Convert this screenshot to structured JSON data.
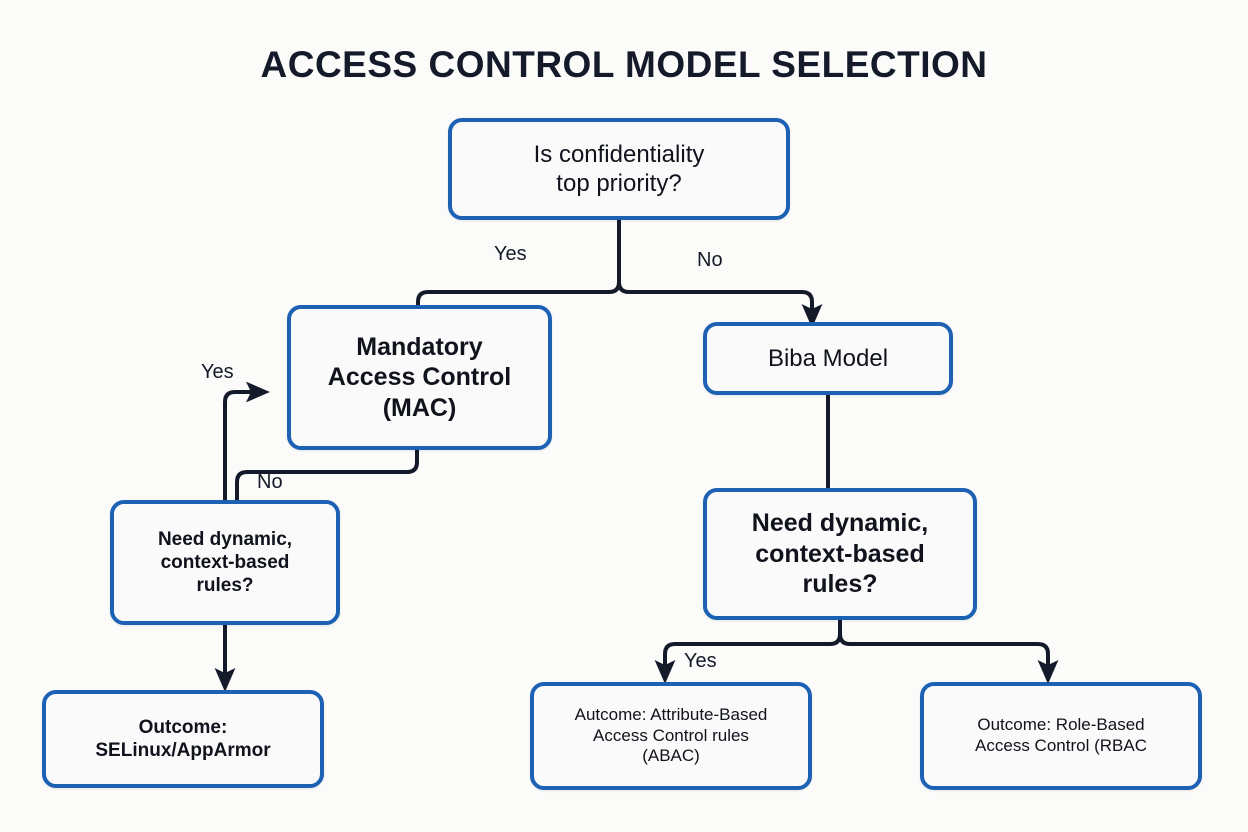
{
  "page": {
    "title": "ACCESS CONTROL MODEL SELECTION",
    "background_color": "#fbfbfa",
    "node_border_color": "#1d61b5",
    "node_fill_color": "#fafafa",
    "connector_color": "#141a29",
    "text_color": "#10131c"
  },
  "chart_data": {
    "type": "diagram",
    "title": "ACCESS CONTROL MODEL SELECTION",
    "nodes": [
      {
        "id": "q_confidentiality",
        "label": "Is confidentiality\ntop priority?",
        "kind": "decision"
      },
      {
        "id": "mac",
        "label": "Mandatory\nAccess Control\n(MAC)",
        "kind": "process"
      },
      {
        "id": "biba",
        "label": "Biba Model",
        "kind": "process"
      },
      {
        "id": "q_dynamic_left",
        "label": "Need dynamic,\ncontext-based\nrules?",
        "kind": "decision"
      },
      {
        "id": "q_dynamic_right",
        "label": "Need dynamic,\ncontext-based\nrules?",
        "kind": "decision"
      },
      {
        "id": "out_selinux",
        "label": "Outcome:\nSELinux/AppArmor",
        "kind": "outcome"
      },
      {
        "id": "out_abac",
        "label": "Autcome: Attribute-Based\nAccess Control rules\n(ABAC)",
        "kind": "outcome"
      },
      {
        "id": "out_rbac",
        "label": "Outcome: Role-Based\nAccess Control (RBAC",
        "kind": "outcome"
      }
    ],
    "edges": [
      {
        "from": "q_confidentiality",
        "to": "mac",
        "label": "Yes"
      },
      {
        "from": "q_confidentiality",
        "to": "biba",
        "label": "No"
      },
      {
        "from": "q_dynamic_left",
        "to": "mac",
        "label": "Yes"
      },
      {
        "from": "mac",
        "to": "q_dynamic_left",
        "label": "No"
      },
      {
        "from": "biba",
        "to": "q_dynamic_right",
        "label": ""
      },
      {
        "from": "q_dynamic_left",
        "to": "out_selinux",
        "label": ""
      },
      {
        "from": "q_dynamic_right",
        "to": "out_abac",
        "label": "Yes"
      },
      {
        "from": "q_dynamic_right",
        "to": "out_rbac",
        "label": ""
      }
    ]
  },
  "nodes": {
    "q_confidentiality": "Is confidentiality\ntop priority?",
    "mac": "Mandatory\nAccess Control\n(MAC)",
    "biba": "Biba Model",
    "q_dynamic_left": "Need dynamic,\ncontext-based\nrules?",
    "q_dynamic_right": "Need dynamic,\ncontext-based\nrules?",
    "out_selinux": "Outcome:\nSELinux/AppArmor",
    "out_abac": "Autcome: Attribute-Based\nAccess Control rules\n(ABAC)",
    "out_rbac": "Outcome: Role-Based\nAccess Control (RBAC"
  },
  "labels": {
    "top_yes": "Yes",
    "top_no": "No",
    "left_yes": "Yes",
    "left_no": "No",
    "bottom_yes": "Yes"
  }
}
